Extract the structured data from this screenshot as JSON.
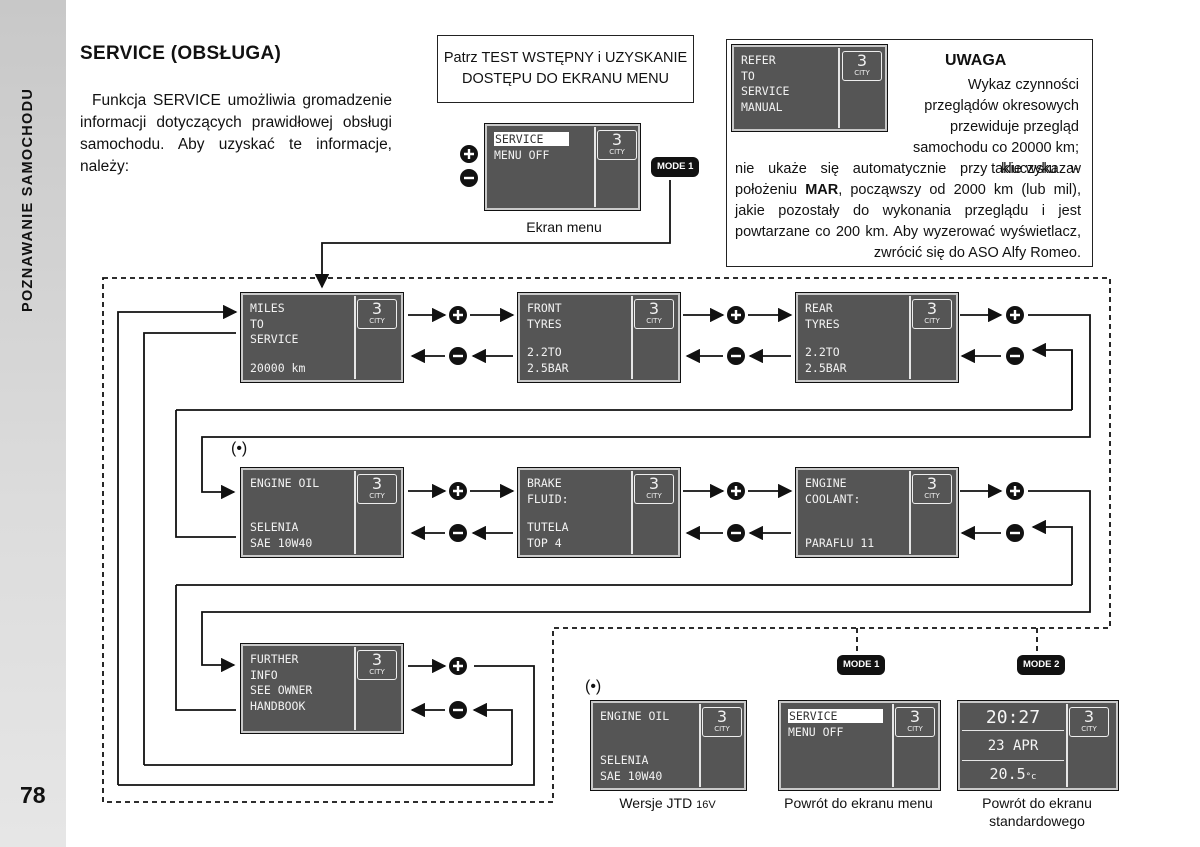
{
  "sidebar": {
    "section_title": "POZNAWANIE SAMOCHODU",
    "page_number": "78"
  },
  "heading": "SERVICE (OBSŁUGA)",
  "intro": "Funkcja SERVICE umożliwia gromadzenie informacji dotyczących prawidłowej obsługi samochodu. Aby uzyskać te informacje, należy:",
  "hint": {
    "line1": "Patrz TEST WSTĘPNY i UZYSKANIE",
    "line2": "DOSTĘPU DO EKRANU MENU"
  },
  "note": {
    "title": "UWAGA",
    "text1": "Wykaz czynności przeglądów okresowych przewiduje przegląd samochodu co 20000 km; takie wskaza-",
    "text2a": "nie ukaże się automatycznie przy kluczyku w położeniu ",
    "text2b": "MAR",
    "text2c": ", począwszy od 2000 km (lub mil), jakie pozostały do wykonania przeglądu i jest powtarzane co 200 km. Aby wyzerować wyświetlacz, zwrócić się do ASO Alfy Romeo."
  },
  "gear": {
    "number": "3",
    "mode": "CITY"
  },
  "modes": {
    "mode1": "MODE 1",
    "mode2": "MODE 2"
  },
  "marker": "(•)",
  "screens": {
    "note_screen": {
      "line1": "REFER",
      "line2": "TO",
      "line3": "SERVICE",
      "line4": "MANUAL"
    },
    "menu": {
      "line1": "SERVICE",
      "line2": "MENU OFF",
      "caption": "Ekran menu"
    },
    "miles": {
      "line1": "MILES",
      "line2": "TO",
      "line3": "SERVICE",
      "bottom": "20000 km"
    },
    "front": {
      "line1": "FRONT",
      "line2": "TYRES",
      "bottom1": "2.2TO",
      "bottom2": "2.5BAR"
    },
    "rear": {
      "line1": "REAR",
      "line2": "TYRES",
      "bottom1": "2.2TO",
      "bottom2": "2.5BAR"
    },
    "oil": {
      "line1": "ENGINE OIL",
      "bottom1": "SELENIA",
      "bottom2": "SAE 10W40"
    },
    "brake": {
      "line1": "BRAKE",
      "line2": "FLUID:",
      "bottom1": "TUTELA",
      "bottom2": "TOP 4"
    },
    "coolant": {
      "line1": "ENGINE",
      "line2": "COOLANT:",
      "bottom": "PARAFLU 11"
    },
    "further": {
      "line1": "FURTHER",
      "line2": "INFO",
      "line3": "SEE OWNER",
      "line4": "HANDBOOK"
    },
    "jtd": {
      "line1": "ENGINE OIL",
      "bottom1": "SELENIA",
      "bottom2": "SAE 10W40",
      "caption_a": "Wersje JTD ",
      "caption_b": "16V"
    },
    "return_menu": {
      "line1": "SERVICE",
      "line2": "MENU OFF",
      "caption": "Powrót do ekranu menu"
    },
    "standard": {
      "time": "20:27",
      "date": "23 APR",
      "temp": "20.5",
      "unit": "°c",
      "caption1": "Powrót do ekranu",
      "caption2": "standardowego"
    }
  }
}
